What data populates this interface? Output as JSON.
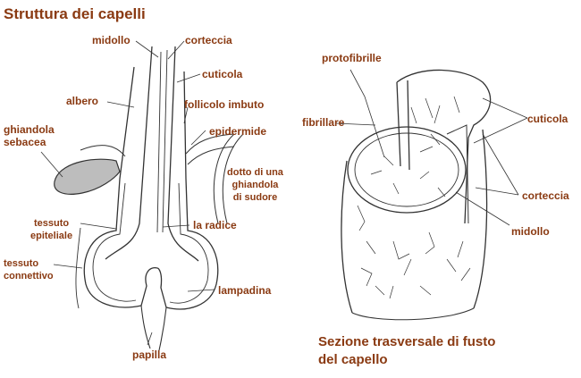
{
  "title": "Struttura dei capelli",
  "cross_section_title_line1": "Sezione trasversale di fusto",
  "cross_section_title_line2": "del capello",
  "colors": {
    "label": "#8a3a12",
    "line": "#333333",
    "gland": "#bdbdbd"
  },
  "left_labels": {
    "midollo": "midollo",
    "corteccia": "corteccia",
    "cuticola": "cuticola",
    "albero": "albero",
    "follicolo": "follicolo imbuto",
    "ghiandola_1": "ghiandola",
    "ghiandola_2": "sebacea",
    "epidermide": "epidermide",
    "dotto_1": "dotto di una",
    "dotto_2": "ghiandola",
    "dotto_3": "di sudore",
    "tessuto_epit_1": "tessuto",
    "tessuto_epit_2": "epiteliale",
    "radice": "la radice",
    "tessuto_conn_1": "tessuto",
    "tessuto_conn_2": "connettivo",
    "lampadina": "lampadina",
    "papilla": "papilla"
  },
  "right_labels": {
    "protofibrille": "protofibrille",
    "fibrillare": "fibrillare",
    "cuticola": "cuticola",
    "corteccia": "corteccia",
    "midollo": "midollo"
  }
}
